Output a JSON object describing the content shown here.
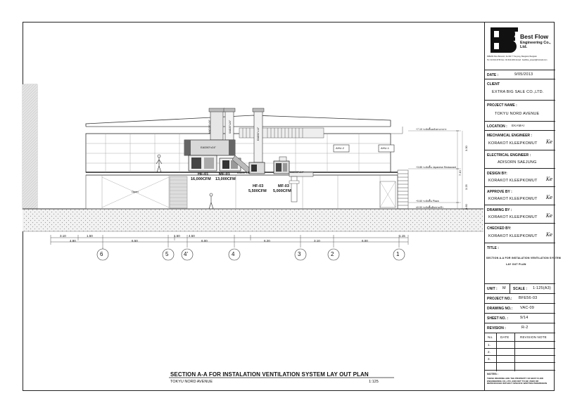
{
  "drawing": {
    "title": "SECTION A-A  FOR  INSTALATION  VENTILATION  SYSTEM  LAY  OUT  PLAN",
    "subtitle": "TOKYU NORD AVENUE",
    "scale": "1:125",
    "units": {
      "hf01": "HF-01",
      "hf01_cfm": "16,000CFM",
      "mf01": "MF-01",
      "mf01_cfm": "13,000CFM",
      "hf03": "HF-03",
      "hf03_cfm": "5,500CFM",
      "mf03": "MF-03",
      "mf03_cfm": "5,000CFM"
    },
    "ducts": {
      "ead1": "EAD50\"x24\"",
      "mad1": "MAD24\"x24\"",
      "ead2": "EAD50\"x18\"",
      "mad2": "MAD30\"x14\"",
      "sad": "SAD20\"x24\"",
      "ead3": "EAD50\"x14\""
    },
    "ahus": [
      "AHU-2",
      "AHU-1"
    ],
    "levels": [
      "+7.10  ระดับพื้นหลังคาอาคาร",
      "+3.85  ระดับพื้น Japanese Restaurant",
      "+0.60  ระดับพื้น Plaza",
      "±0.00  ระดับพื้นดินทางเข้า"
    ],
    "void": "Open",
    "right_dims": [
      "3.30",
      "7.10",
      "3.25",
      "0.60"
    ],
    "dims_top": [
      "3.10",
      "1.50",
      "1.50",
      "4.50",
      "6.20",
      "3.10",
      "6.00",
      "1.15"
    ],
    "dims_bottom": [
      "4.80",
      "6.50",
      "6.00",
      "6.20",
      "3.10",
      "6.00"
    ],
    "grids": [
      "6",
      "5",
      "4'",
      "4",
      "3",
      "2",
      "1"
    ]
  },
  "title_block": {
    "company_name": "Best Flow",
    "company_name2": "Engineering Co., Ltd.",
    "address": "998/264 Moo Boonsiri, Soi 8/2 7 Tunyong, Bangkok, Bangkok",
    "contact": "Tel. 02-644-0746  Fax. 02-644-0221  Email : bestflow_project@hotmail.com",
    "date_label": "DATE :",
    "date_value": "9/05/2013",
    "client_label": "CLIENT",
    "client_value": "EXTRA  BIG  SALE  CO.,LTD.",
    "project_name_label": "PROJECT NAME :",
    "project_name_value": "TOKYU  NORD  AVENUE",
    "location_label": "LOCATION :",
    "location_value": "EKAMAI",
    "mech_label": "MECHANICAL ENGINEER :",
    "mech_value": "KORAKOT  KLEEPKOMUT",
    "elec_label": "ELECTRICAL ENGINEER :",
    "elec_value": "ADISORN  SAEJUNG",
    "design_label": "DESIGN BY:",
    "design_value": "KORAKOT  KLEEPKOMUT",
    "approve_label": "APPROVE BY :",
    "approve_value": "KORAKOT  KLEEPKOMUT",
    "drawing_by_label": "DRAWING BY :",
    "drawing_by_value": "KORAKOT  KLEEPKOMUT",
    "checked_label": "CHECKED BY:",
    "checked_value": "KORAKOT  KLEEPKOMUT",
    "title_label": "TITLE :",
    "title_value": "SECTION A-A  FOR  INSTALATION  VENTILATION  SYSTEM",
    "title_value2": "LAY  OUT  PLAN",
    "unit_label": "UNIT :",
    "unit_value": "M",
    "scale_label": "SCALE :",
    "scale_value": "1:125(A3)",
    "project_no_label": "PROJECT NO.:",
    "project_no_value": "BFE56-03",
    "drawing_no_label": "DRAWING NO.:",
    "drawing_no_value": "VAC-09",
    "sheet_no_label": "SHEET NO. :",
    "sheet_no_value": "9/14",
    "revision_label": "REVISION :",
    "revision_value": "R-2",
    "rev_col_no": "No.",
    "rev_col_date": "DATE",
    "rev_col_note": "REVISION  NOTE",
    "rev_rows": [
      "1.",
      "2.",
      "3."
    ],
    "notes_label": "NOTES :",
    "notes_text": "THESE DRAWING ARE THE PROPERTY OF BEST FLOW ENGINEERING CO.,LTD. AND NOT TO BE USED OR REPRODUCED WITHOUT SPECIFIC WRITTEN PERMISSION"
  }
}
